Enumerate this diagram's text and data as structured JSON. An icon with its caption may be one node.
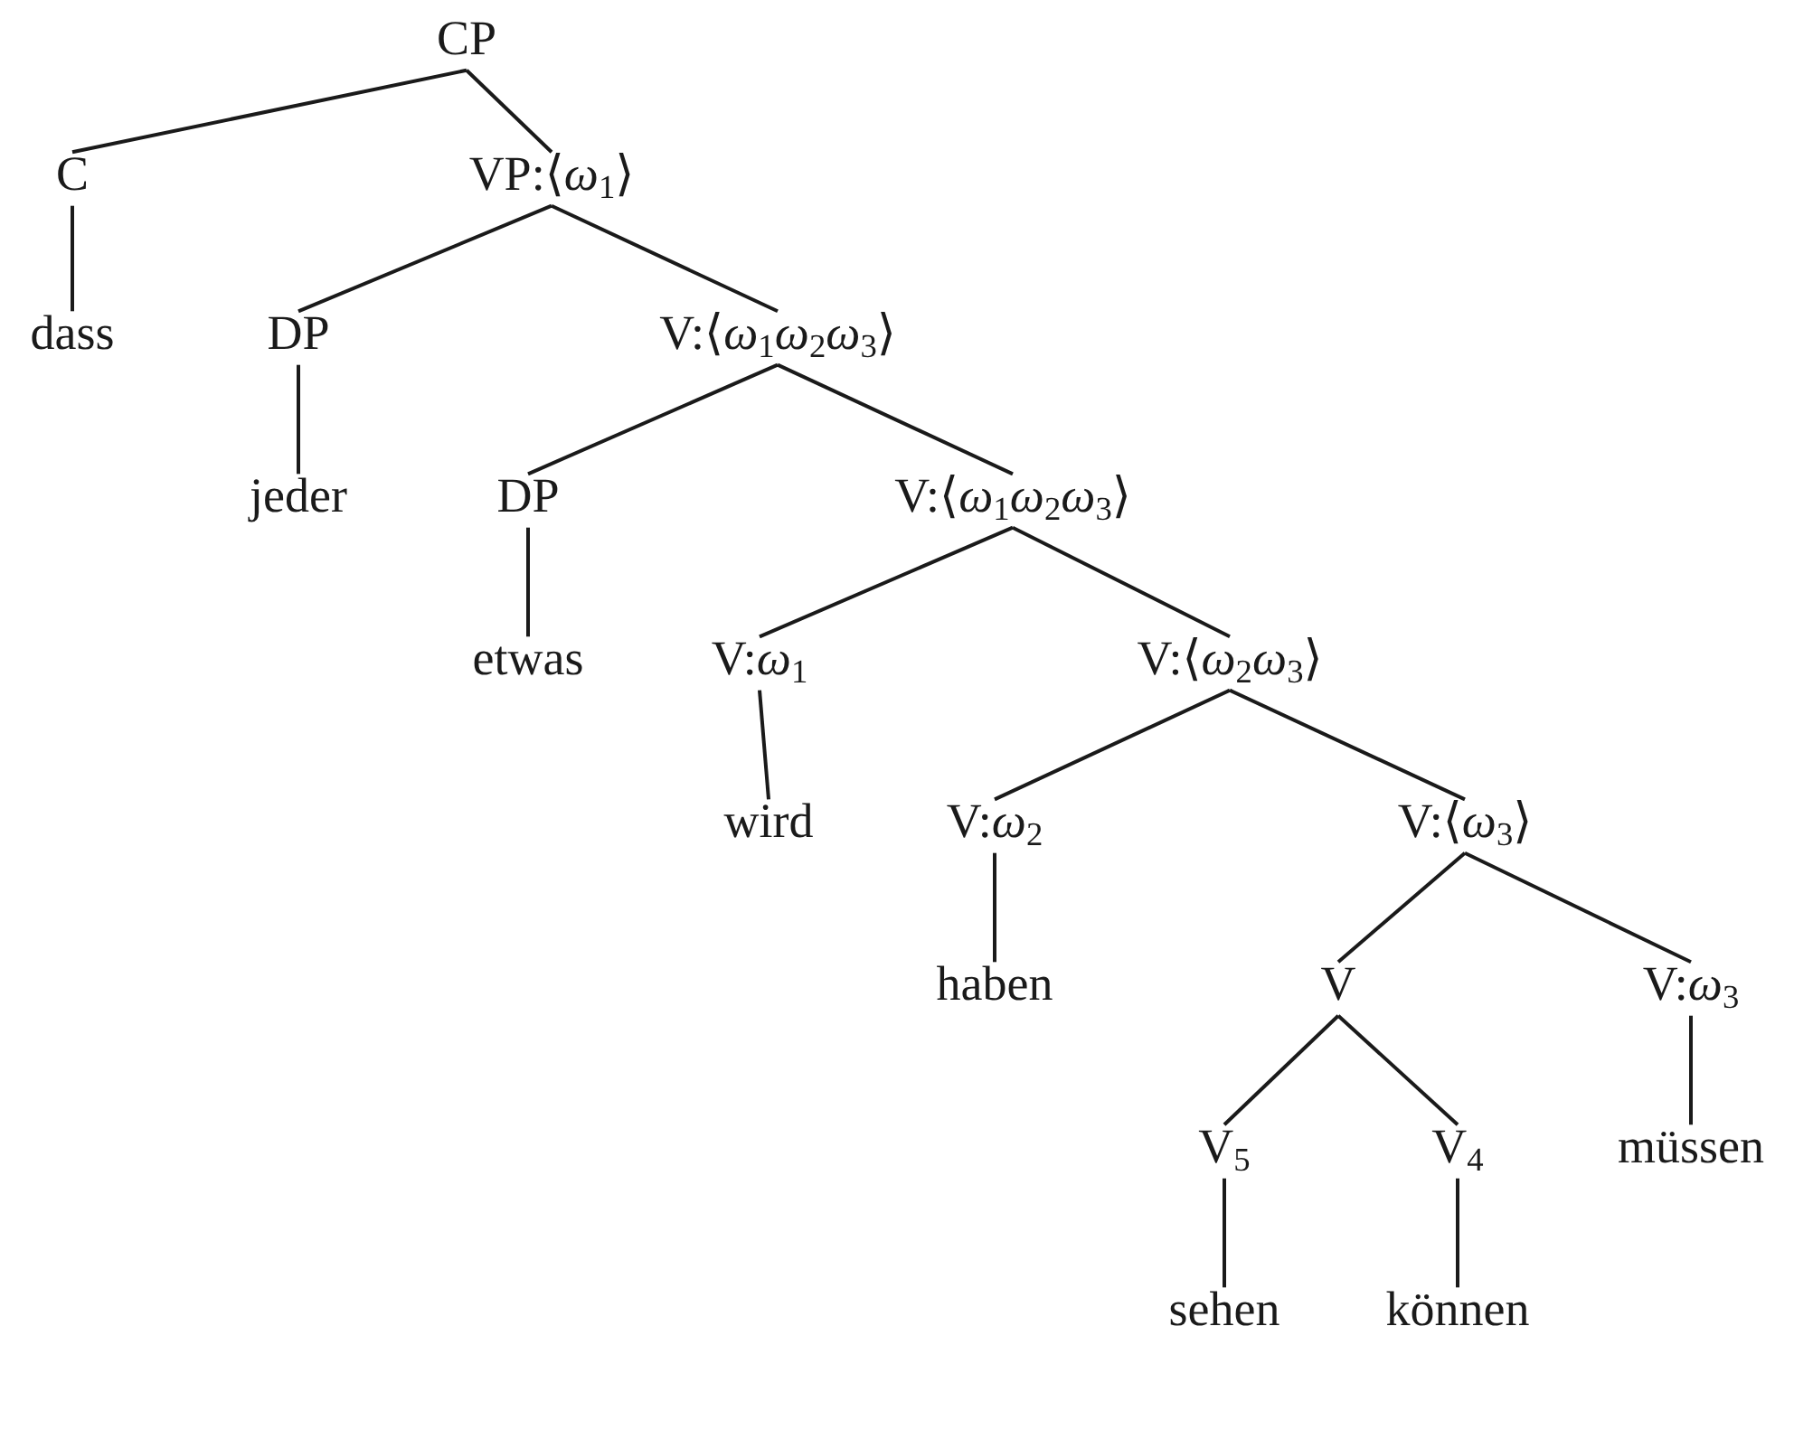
{
  "diagram": {
    "nodes": [
      {
        "text": [
          "CP"
        ]
      },
      {
        "text": [
          "C"
        ]
      },
      {
        "text": [
          "VP:⟨*ω*$_{1}$⟩"
        ]
      },
      {
        "text": [
          "dass"
        ]
      },
      {
        "text": [
          "DP"
        ]
      },
      {
        "text": [
          "V:⟨*ω*$_{1}$*ω*$_{2}$*ω*$_{3}$⟩"
        ]
      },
      {
        "text": [
          "jeder"
        ]
      },
      {
        "text": [
          "DP"
        ]
      },
      {
        "text": [
          "V:⟨*ω*$_{1}$*ω*$_{2}$*ω*$_{3}$⟩"
        ]
      },
      {
        "text": [
          "etwas"
        ]
      },
      {
        "text": [
          "V:*ω*$_{1}$"
        ]
      },
      {
        "text": [
          "V:⟨*ω*$_{2}$*ω*$_{3}$⟩"
        ]
      },
      {
        "text": [
          "wird"
        ]
      },
      {
        "text": [
          "V:*ω*$_{2}$"
        ]
      },
      {
        "text": [
          "V:⟨*ω*$_{3}$⟩"
        ]
      },
      {
        "text": [
          "haben"
        ]
      },
      {
        "text": [
          "V"
        ]
      },
      {
        "text": [
          "V:*ω*$_{3}$"
        ]
      },
      {
        "text": [
          "V$_{5}$"
        ]
      },
      {
        "text": [
          "V$_{4}$"
        ]
      },
      {
        "text": [
          "müssen"
        ]
      },
      {
        "text": [
          "sehen"
        ]
      },
      {
        "text": [
          "können"
        ]
      }
    ],
    "edges": [
      {
        "from": 0,
        "to": 1,
        "arrow": "none"
      },
      {
        "from": 0,
        "to": 2,
        "arrow": "none"
      },
      {
        "from": 1,
        "to": 3,
        "arrow": "none"
      },
      {
        "from": 2,
        "to": 4,
        "arrow": "none"
      },
      {
        "from": 2,
        "to": 5,
        "arrow": "none"
      },
      {
        "from": 4,
        "to": 6,
        "arrow": "none"
      },
      {
        "from": 5,
        "to": 7,
        "arrow": "none"
      },
      {
        "from": 5,
        "to": 8,
        "arrow": "none"
      },
      {
        "from": 7,
        "to": 9,
        "arrow": "none"
      },
      {
        "from": 8,
        "to": 10,
        "arrow": "none"
      },
      {
        "from": 8,
        "to": 11,
        "arrow": "none"
      },
      {
        "from": 10,
        "to": 12,
        "arrow": "none"
      },
      {
        "from": 11,
        "to": 13,
        "arrow": "none"
      },
      {
        "from": 11,
        "to": 14,
        "arrow": "none"
      },
      {
        "from": 13,
        "to": 15,
        "arrow": "none"
      },
      {
        "from": 14,
        "to": 16,
        "arrow": "none"
      },
      {
        "from": 14,
        "to": 17,
        "arrow": "none"
      },
      {
        "from": 16,
        "to": 18,
        "arrow": "none"
      },
      {
        "from": 16,
        "to": 19,
        "arrow": "none"
      },
      {
        "from": 17,
        "to": 20,
        "arrow": "none"
      },
      {
        "from": 18,
        "to": 21,
        "arrow": "none"
      },
      {
        "from": 19,
        "to": 22,
        "arrow": "none"
      }
    ]
  }
}
